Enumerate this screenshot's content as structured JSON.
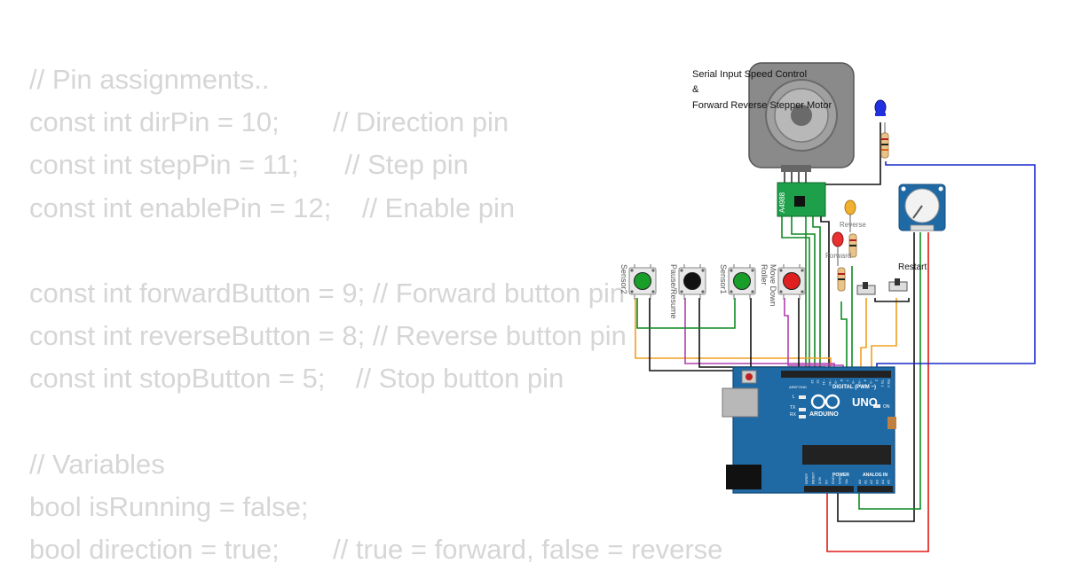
{
  "code_lines": [
    "// Pin assignments..",
    "const int dirPin = 10;       // Direction pin",
    "const int stepPin = 11;      // Step pin",
    "const int enablePin = 12;    // Enable pin",
    "",
    "const int forwardButton = 9; // Forward button pin",
    "const int reverseButton = 8; // Reverse button pin",
    "const int stopButton = 5;    // Stop button pin",
    "",
    "// Variables",
    "bool isRunning = false;",
    "bool direction = true;       // true = forward, false = reverse"
  ],
  "diagram": {
    "title_line1": "Serial Input Speed Control",
    "title_line2": "&",
    "title_line3": "Forward Reverse Stepper Motor",
    "driver_label": "A4988",
    "buttons": [
      {
        "label": "Sensor2",
        "color": "#1a9e2a"
      },
      {
        "label": "Pause/Resume",
        "color": "#111111"
      },
      {
        "label": "Sensor1",
        "color": "#1a9e2a"
      },
      {
        "label": "Move Down Roller",
        "color": "#e02020"
      }
    ],
    "led_reverse_label": "Reverse",
    "led_forward_label": "Forward",
    "switch_label": "Restart",
    "arduino": {
      "digital_label": "DIGITAL (PWM ~)",
      "brand_label": "ARDUINO",
      "model_label": "UNO",
      "power_label": "POWER",
      "analog_label": "ANALOG IN",
      "on_label": "ON",
      "aref_label": "AREF",
      "gnd_label": "GND",
      "tx_label": "TX",
      "rx_label": "RX",
      "l_label": "L",
      "power_pins": [
        "IOREF",
        "RESET",
        "3.3V",
        "5V",
        "GND",
        "GND",
        "Vin"
      ],
      "analog_pins": [
        "A0",
        "A1",
        "A2",
        "A3",
        "A4",
        "A5"
      ],
      "digital_pins": [
        "13",
        "12",
        "~11",
        "~10",
        "~9",
        "8",
        "7",
        "~6",
        "~5",
        "4",
        "~3",
        "2",
        "TX 1",
        "RX 0"
      ]
    },
    "colors": {
      "board": "#1f6aa5",
      "wire_green": "#0e8a22",
      "wire_black": "#111111",
      "wire_orange": "#f0a020",
      "wire_purple": "#b040b0",
      "wire_red": "#e01818",
      "wire_blue": "#1828c8"
    }
  }
}
